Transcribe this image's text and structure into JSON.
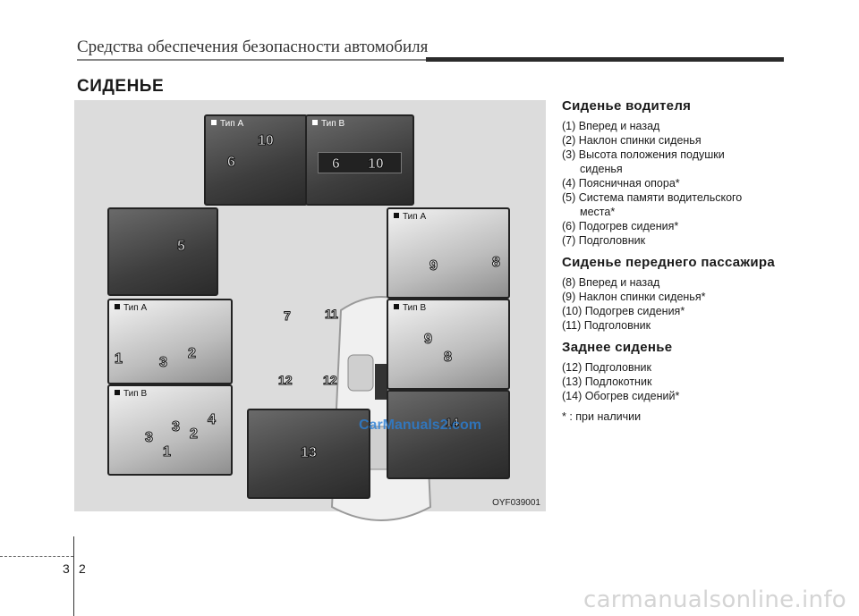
{
  "header": {
    "title": "Средства обеспечения безопасности автомобиля"
  },
  "section": {
    "title": "СИДЕНЬЕ"
  },
  "figure": {
    "code": "OYF039001",
    "watermark": "CarManuals2.com",
    "type_a": "Тип A",
    "type_b": "Тип B",
    "nums": {
      "n1": "1",
      "n2": "2",
      "n3": "3",
      "n4": "4",
      "n5": "5",
      "n6": "6",
      "n7": "7",
      "n8": "8",
      "n9": "9",
      "n10": "10",
      "n11": "11",
      "n12": "12",
      "n13": "13",
      "n14": "14"
    }
  },
  "driver": {
    "title": "Сиденье водителя",
    "items": [
      "(1) Вперед и назад",
      "(2) Наклон спинки сиденья",
      "(3) Высота положения подушки",
      "сиденья",
      "(4) Поясничная опора*",
      "(5) Система памяти водительского",
      "места*",
      "(6) Подогрев сидения*",
      "(7) Подголовник"
    ]
  },
  "passenger": {
    "title": "Сиденье переднего пассажира",
    "items": [
      "(8) Вперед и назад",
      "(9) Наклон спинки сиденья*",
      "(10) Подогрев сидения*",
      "(11) Подголовник"
    ]
  },
  "rear": {
    "title": "Заднее сиденье",
    "items": [
      "(12) Подголовник",
      "(13) Подлокотник",
      "(14) Обогрев сидений*"
    ]
  },
  "footnote": "* : при наличии",
  "footer": {
    "chapter": "3",
    "page": "2",
    "site": "carmanualsonline.info"
  }
}
